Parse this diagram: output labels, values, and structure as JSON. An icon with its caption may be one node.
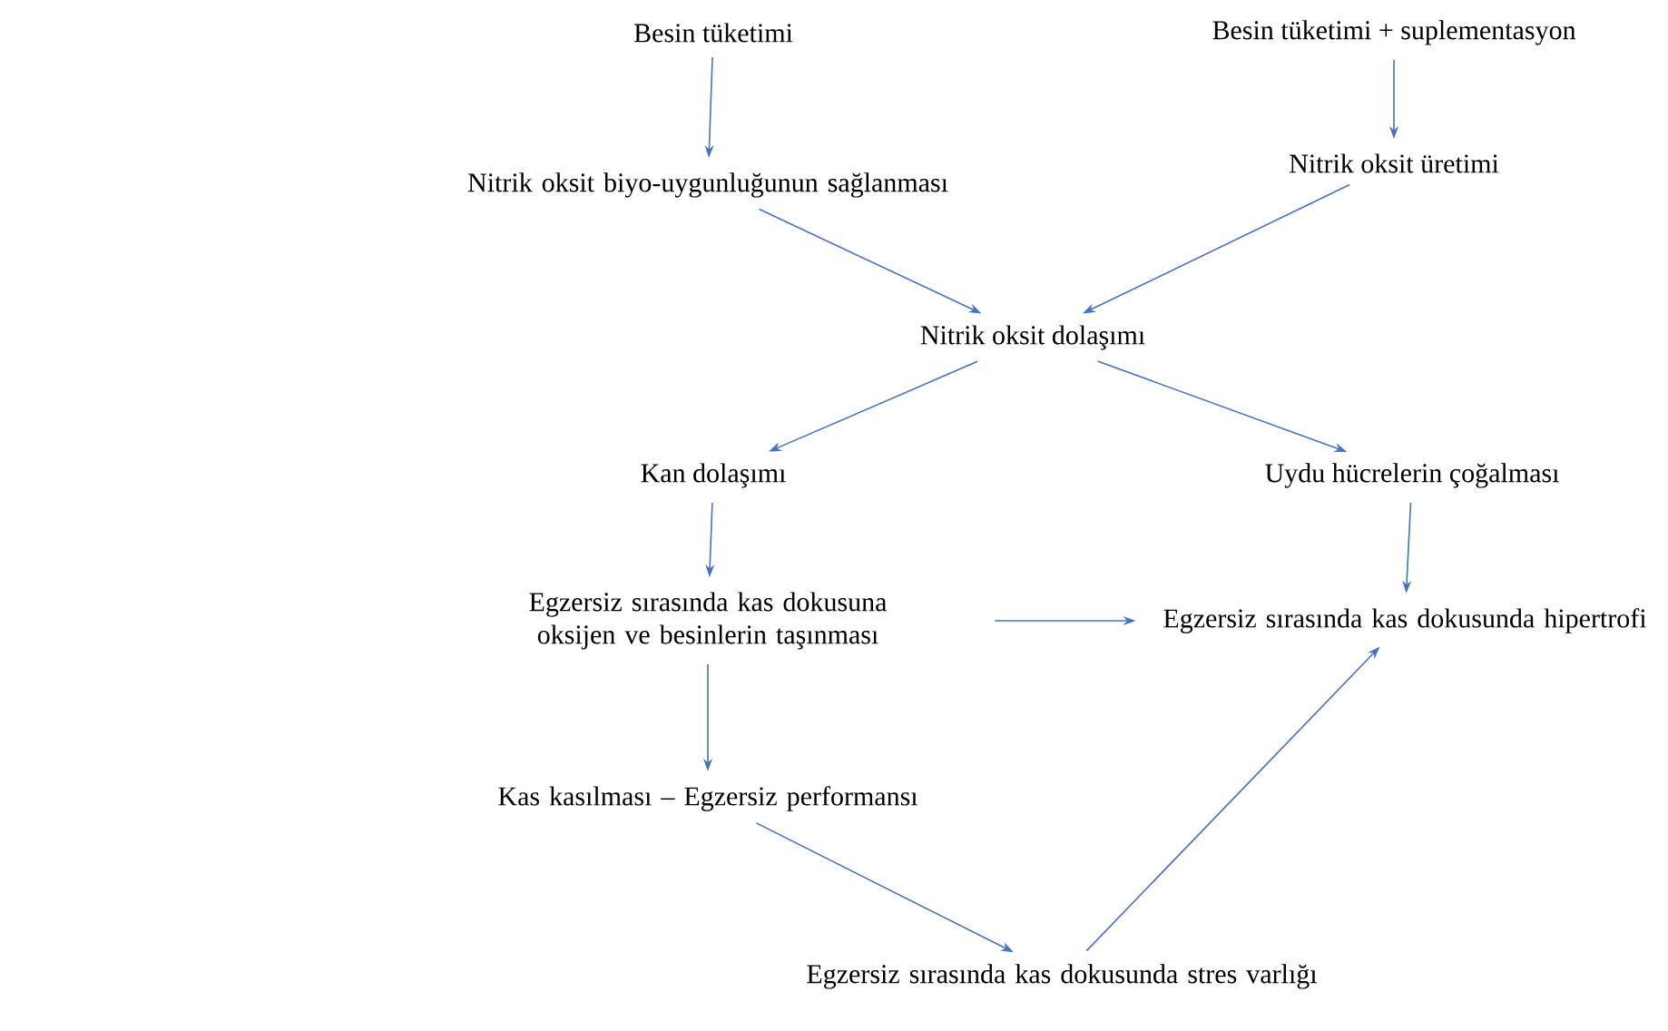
{
  "diagram": {
    "nodes": [
      {
        "text": [
          "Besin tüketimi"
        ]
      },
      {
        "text": [
          "Besin tüketimi + suplementasyon"
        ]
      },
      {
        "text": [
          "Nitrik oksit biyo-uygunluğunun sağlanması"
        ]
      },
      {
        "text": [
          "Nitrik oksit üretimi"
        ]
      },
      {
        "text": [
          "Nitrik oksit dolaşımı"
        ]
      },
      {
        "text": [
          "Kan dolaşımı"
        ]
      },
      {
        "text": [
          "Uydu hücrelerin çoğalması"
        ]
      },
      {
        "text": [
          "Egzersiz sırasında kas dokusuna oksijen ve besinlerin taşınması"
        ]
      },
      {
        "text": [
          "Egzersiz sırasında kas dokusunda hipertrofi"
        ]
      },
      {
        "text": [
          "Kas kasılması – Egzersiz performansı"
        ]
      },
      {
        "text": [
          "Egzersiz sırasında kas dokusunda stres varlığı"
        ]
      }
    ],
    "edges": [
      {
        "from": 0,
        "to": 2,
        "arrow": "to"
      },
      {
        "from": 1,
        "to": 3,
        "arrow": "to"
      },
      {
        "from": 2,
        "to": 4,
        "arrow": "to"
      },
      {
        "from": 3,
        "to": 4,
        "arrow": "to"
      },
      {
        "from": 4,
        "to": 5,
        "arrow": "to"
      },
      {
        "from": 4,
        "to": 6,
        "arrow": "to"
      },
      {
        "from": 5,
        "to": 7,
        "arrow": "to"
      },
      {
        "from": 6,
        "to": 8,
        "arrow": "to"
      },
      {
        "from": 7,
        "to": 8,
        "arrow": "to"
      },
      {
        "from": 7,
        "to": 9,
        "arrow": "to"
      },
      {
        "from": 9,
        "to": 10,
        "arrow": "to"
      },
      {
        "from": 10,
        "to": 8,
        "arrow": "to"
      }
    ]
  }
}
